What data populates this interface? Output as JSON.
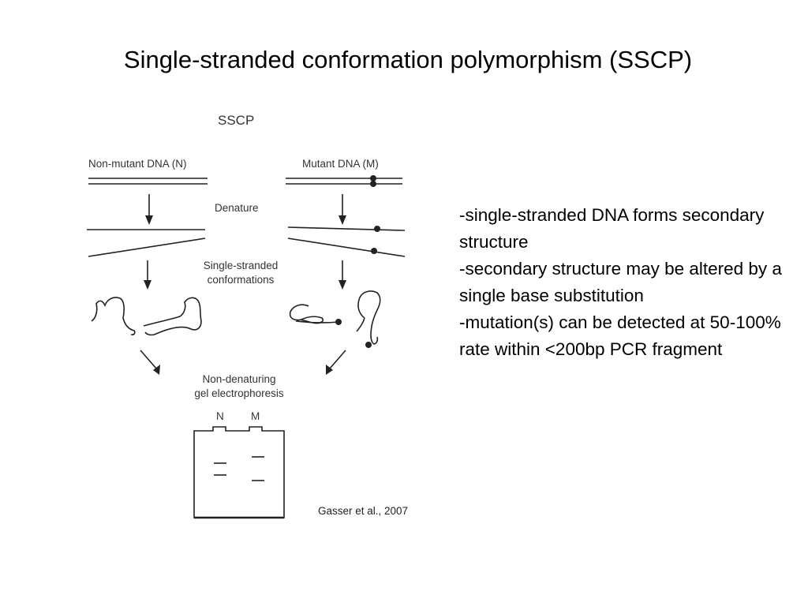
{
  "slide": {
    "title": "Single-stranded conformation polymorphism (SSCP)"
  },
  "figure": {
    "heading": "SSCP",
    "left_label": "Non-mutant DNA (N)",
    "right_label": "Mutant DNA (M)",
    "step_denature": "Denature",
    "step_conformations_line1": "Single-stranded",
    "step_conformations_line2": "conformations",
    "step_gel_line1": "Non-denaturing",
    "step_gel_line2": "gel electrophoresis",
    "lane_n": "N",
    "lane_m": "M"
  },
  "bullets": [
    "-single-stranded DNA forms secondary structure",
    "-secondary structure may be altered by a single base substitution",
    "-mutation(s) can be detected at 50-100% rate within <200bp PCR fragment"
  ],
  "citation": "Gasser et al., 2007"
}
